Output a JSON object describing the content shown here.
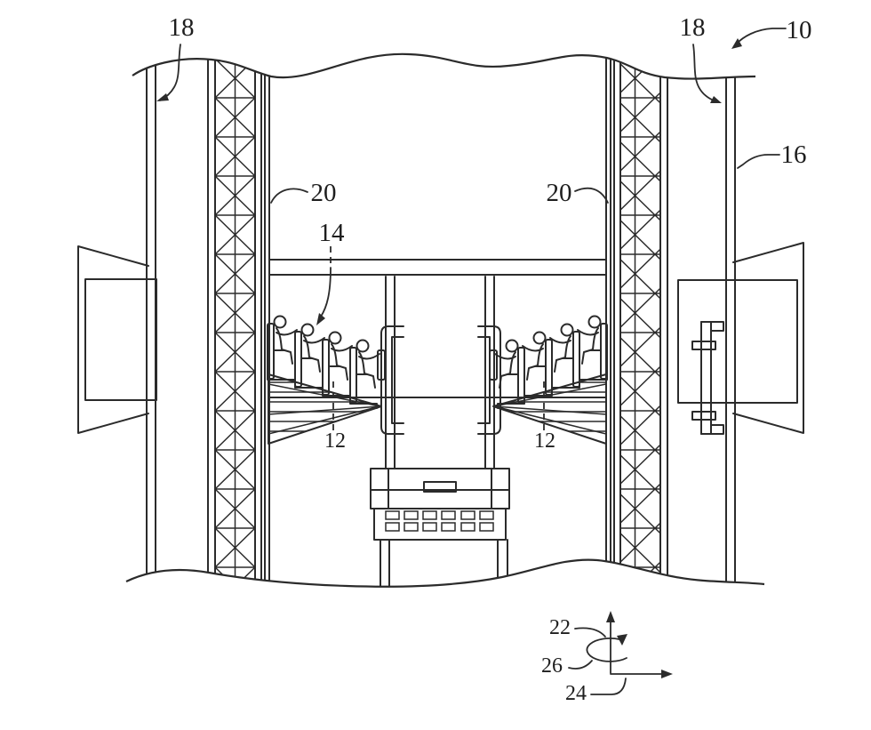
{
  "figure": {
    "kind": "patent-line-drawing",
    "subject": "amusement ride tower with facing rows of seated riders between two lattice towers",
    "labels": {
      "wall_left": "18",
      "wall_right": "18",
      "overall_system": "10",
      "side_panel": "16",
      "guide_rail_left": "20",
      "guide_rail_right": "20",
      "ride_vehicle": "14",
      "seat_support_left": "12",
      "seat_support_right": "12",
      "axis_vertical": "22",
      "axis_lateral": "24",
      "axis_rotation": "26"
    }
  }
}
